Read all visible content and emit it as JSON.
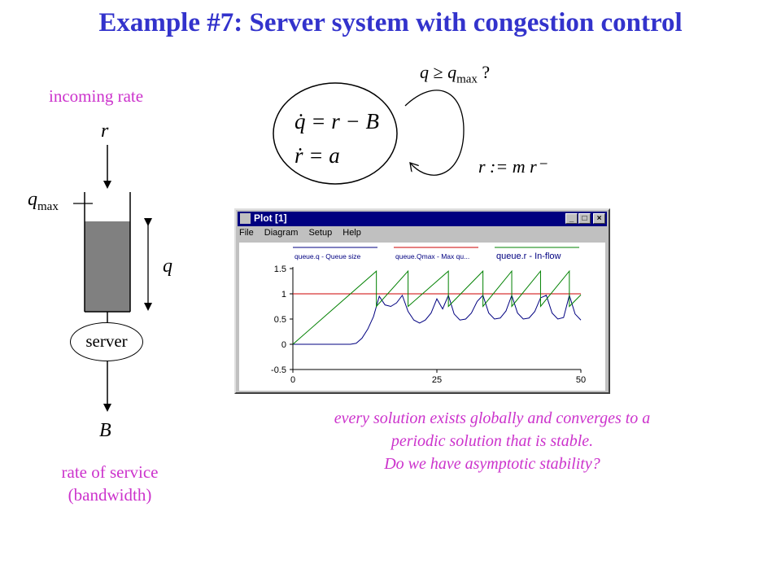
{
  "title": "Example #7: Server system with congestion control",
  "tank": {
    "incoming_label": "incoming rate",
    "r_symbol": "r",
    "qmax_symbol": "q",
    "qmax_sub": "max",
    "q_symbol": "q",
    "server_label": "server",
    "B_symbol": "B",
    "service_line1": "rate of service",
    "service_line2": "(bandwidth)"
  },
  "automaton": {
    "guard_q": "q",
    "guard_rel": "≥",
    "guard_qmax": "q",
    "guard_sub": "max",
    "guard_end": "?",
    "eq1": "q̇ = r − B",
    "eq2": "ṙ = a",
    "reset": "r := m r⁻"
  },
  "window": {
    "title": "Plot [1]",
    "minimize": "_",
    "maximize": "□",
    "close": "×",
    "menu": [
      "File",
      "Diagram",
      "Setup",
      "Help"
    ]
  },
  "caption": {
    "line1": "every solution exists globally and converges to a",
    "line2": "periodic solution that is stable.",
    "line3": "Do we have asymptotic stability?"
  },
  "colors": {
    "title": "#3333cc",
    "annotation": "#cc33cc",
    "queue_series": "#000080",
    "qmax_series": "#cc0000",
    "inflow_series": "#008000"
  },
  "chart_data": {
    "type": "line",
    "xlim": [
      0,
      50
    ],
    "ylim": [
      -0.5,
      1.5
    ],
    "x_ticks": [
      0,
      25,
      50
    ],
    "y_ticks": [
      1.5,
      1,
      0.5,
      0,
      -0.5
    ],
    "y_tick_labels": [
      "1.5",
      "1",
      "0.5",
      "0",
      "-0.5"
    ],
    "x_tick_labels": [
      "0",
      "25",
      "50"
    ],
    "legend": [
      "queue.q - Queue size",
      "queue.Qmax - Max qu...",
      "queue.r - In-flow"
    ],
    "series": [
      {
        "name": "queue.q - Queue size",
        "x": [
          0,
          10,
          11,
          12,
          13,
          14,
          15,
          16,
          17,
          18,
          19,
          20,
          21,
          22,
          23,
          24,
          25,
          26,
          27,
          28,
          29,
          30,
          31,
          32,
          33,
          34,
          35,
          36,
          37,
          38,
          39,
          40,
          41,
          42,
          43,
          44,
          45,
          46,
          47,
          48,
          49,
          50
        ],
        "y": [
          0,
          0,
          0.02,
          0.12,
          0.3,
          0.55,
          0.95,
          0.78,
          0.75,
          0.82,
          0.97,
          0.65,
          0.48,
          0.42,
          0.48,
          0.62,
          0.9,
          0.7,
          0.97,
          0.6,
          0.48,
          0.5,
          0.62,
          0.85,
          0.97,
          0.62,
          0.5,
          0.52,
          0.66,
          0.97,
          0.62,
          0.5,
          0.52,
          0.65,
          0.92,
          0.97,
          0.62,
          0.5,
          0.53,
          0.97,
          0.6,
          0.48
        ]
      },
      {
        "name": "queue.Qmax - Max qu...",
        "x": [
          0,
          50
        ],
        "y": [
          1,
          1
        ]
      },
      {
        "name": "queue.r - In-flow",
        "x": [
          0,
          14.5,
          14.5,
          20,
          20,
          27,
          27,
          33,
          33,
          38,
          38,
          43,
          43,
          48,
          48,
          50
        ],
        "y": [
          0,
          1.45,
          0.75,
          1.45,
          0.75,
          1.45,
          0.75,
          1.45,
          0.75,
          1.45,
          0.75,
          1.45,
          0.75,
          1.45,
          0.75,
          0.98
        ]
      }
    ]
  }
}
